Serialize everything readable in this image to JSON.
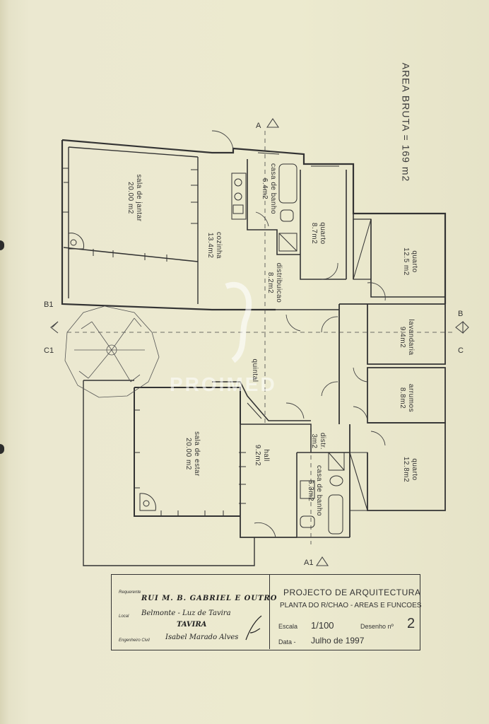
{
  "sheet": {
    "area_bruta": "AREA BRUTA = 169 m2",
    "watermark": "PROIMED"
  },
  "rooms": [
    {
      "id": "sala-jantar",
      "name": "sala de jantar",
      "area": "20.00 m2"
    },
    {
      "id": "cozinha",
      "name": "cozinha",
      "area": "13.4m2"
    },
    {
      "id": "casa-banho-1",
      "name": "casa de banho",
      "area": "6.4m2"
    },
    {
      "id": "quarto-1",
      "name": "quarto",
      "area": "8.7m2"
    },
    {
      "id": "quarto-2",
      "name": "quarto",
      "area": "12.5 m2"
    },
    {
      "id": "distribuicao",
      "name": "distribuicao",
      "area": "8.2m2"
    },
    {
      "id": "lavandaria",
      "name": "lavandaria",
      "area": "9.4m2"
    },
    {
      "id": "quintal",
      "name": "quintal",
      "area": ""
    },
    {
      "id": "arrumos",
      "name": "arrumos",
      "area": "8.8m2"
    },
    {
      "id": "sala-estar",
      "name": "sala de estar",
      "area": "20.00 m2"
    },
    {
      "id": "hall",
      "name": "hall",
      "area": "9.2m2"
    },
    {
      "id": "distr",
      "name": "distr.",
      "area": "3m2"
    },
    {
      "id": "casa-banho-2",
      "name": "casa de banho",
      "area": "6.3m2"
    },
    {
      "id": "quarto-3",
      "name": "quarto",
      "area": "12.8m2"
    }
  ],
  "sections": {
    "a": "A",
    "a1": "A1",
    "b": "B",
    "b1": "B1",
    "c": "C",
    "c1": "C1"
  },
  "title_block": {
    "requerente_label": "Requerente",
    "requerente": "RUI M. B. GABRIEL E OUTRO",
    "local_label": "Local",
    "local": "Belmonte - Luz de Tavira",
    "local_2": "TAVIRA",
    "engenheiro_label": "Engenheiro Civil",
    "engenheiro": "Isabel Marado Alves",
    "project_title": "PROJECTO DE ARQUITECTURA",
    "drawing_title": "PLANTA DO R/CHAO - AREAS E FUNCOES",
    "escala_label": "Escala",
    "escala": "1/100",
    "desenho_label": "Desenho nº",
    "desenho": "2",
    "data_label": "Data -",
    "data": "Julho de 1997"
  }
}
